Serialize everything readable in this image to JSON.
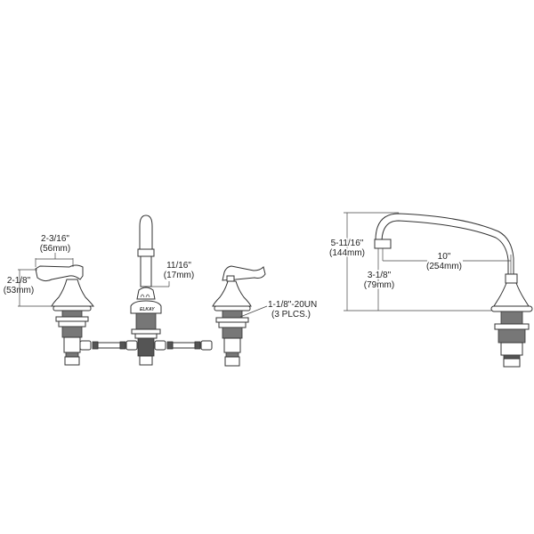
{
  "diagram": {
    "type": "technical-drawing",
    "subject": "widespread faucet with lever handles and gooseneck spout",
    "brand_mark": "ELKAY",
    "views": [
      {
        "name": "front-view",
        "dimensions": {
          "handle_width": {
            "imperial": "2-3/16\"",
            "metric": "(56mm)"
          },
          "handle_height": {
            "imperial": "2-1/8\"",
            "metric": "(53mm)"
          },
          "spout_diameter": {
            "imperial": "11/16\"",
            "metric": "(17mm)"
          },
          "thread": {
            "imperial": "1-1/8\"-20UN",
            "note": "(3 PLCS.)"
          }
        }
      },
      {
        "name": "side-view",
        "dimensions": {
          "spout_height": {
            "imperial": "5-11/16\"",
            "metric": "(144mm)"
          },
          "spout_reach": {
            "imperial": "10\"",
            "metric": "(254mm)"
          },
          "outlet_height": {
            "imperial": "3-1/8\"",
            "metric": "(79mm)"
          }
        }
      }
    ]
  }
}
